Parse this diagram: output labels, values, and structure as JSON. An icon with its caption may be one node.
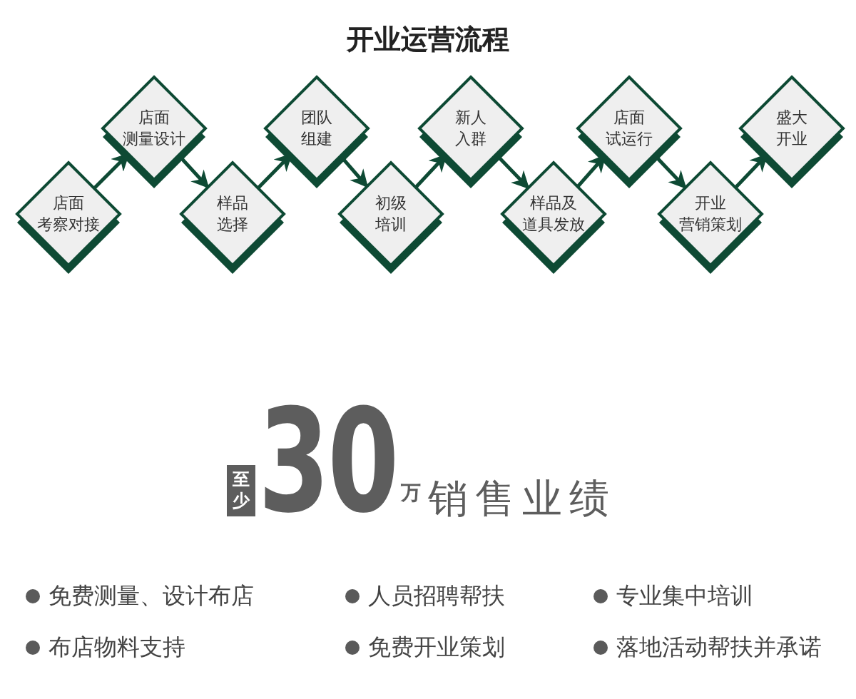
{
  "diagram": {
    "title": "开业运营流程",
    "nodes": [
      {
        "text": [
          "店面考察对接"
        ]
      },
      {
        "text": [
          "店面测量设计"
        ]
      },
      {
        "text": [
          "样品选择"
        ]
      },
      {
        "text": [
          "团队组建"
        ]
      },
      {
        "text": [
          "初级培训"
        ]
      },
      {
        "text": [
          "新人入群"
        ]
      },
      {
        "text": [
          "样品及道具发放"
        ]
      },
      {
        "text": [
          "店面试运行"
        ]
      },
      {
        "text": [
          "开业营销策划"
        ]
      },
      {
        "text": [
          "盛大开业"
        ]
      }
    ],
    "edges": [
      {
        "from": 0,
        "to": 1,
        "arrow": "to"
      },
      {
        "from": 1,
        "to": 2,
        "arrow": "to"
      },
      {
        "from": 2,
        "to": 3,
        "arrow": "to"
      },
      {
        "from": 3,
        "to": 4,
        "arrow": "to"
      },
      {
        "from": 4,
        "to": 5,
        "arrow": "to"
      },
      {
        "from": 5,
        "to": 6,
        "arrow": "to"
      },
      {
        "from": 6,
        "to": 7,
        "arrow": "to"
      },
      {
        "from": 7,
        "to": 8,
        "arrow": "to"
      },
      {
        "from": 8,
        "to": 9,
        "arrow": "to"
      }
    ],
    "labels": [
      "至少",
      "30",
      "万",
      "销售业绩",
      "免费测量、设计布店",
      "人员招聘帮扶",
      "专业集中培训",
      "布店物料支持",
      "免费开业策划",
      "落地活动帮扶并承诺"
    ]
  }
}
